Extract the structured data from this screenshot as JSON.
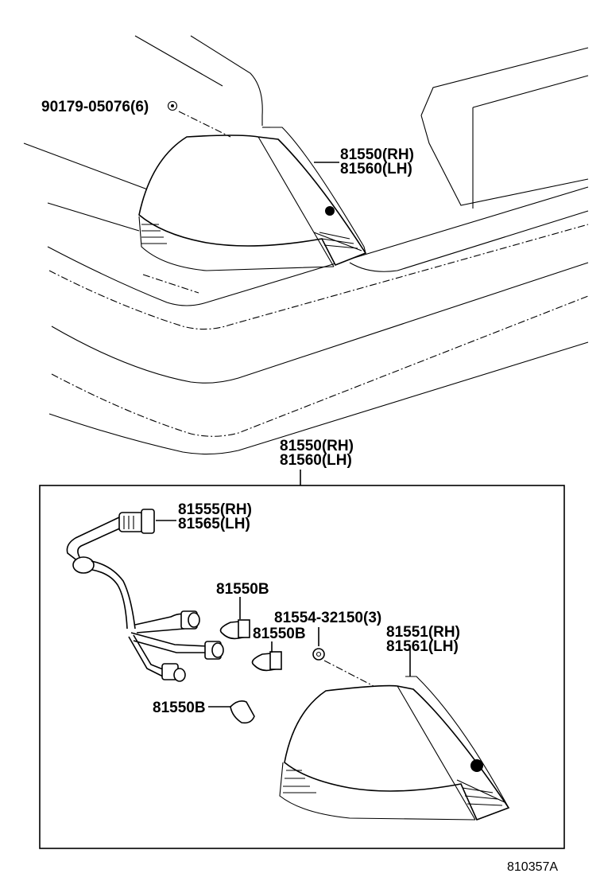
{
  "labels": {
    "nut": "90179-05076(6)",
    "top_lamp_rh": "81550(RH)",
    "top_lamp_lh": "81560(LH)",
    "assy_rh": "81550(RH)",
    "assy_lh": "81560(LH)",
    "socket_rh": "81555(RH)",
    "socket_lh": "81565(LH)",
    "bulb_a": "81550B",
    "bulb_b": "81550B",
    "bulb_c": "81550B",
    "screw": "81554-32150(3)",
    "lens_rh": "81551(RH)",
    "lens_lh": "81561(LH)"
  },
  "figure_id": "810357A"
}
